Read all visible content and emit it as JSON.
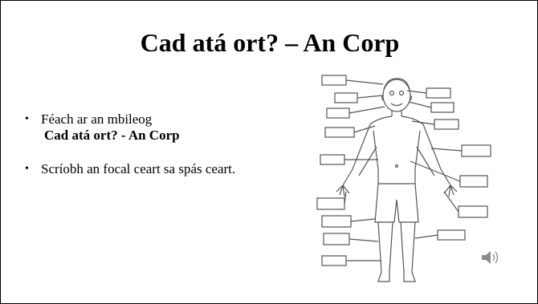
{
  "slide": {
    "title": "Cad atá ort? – An Corp",
    "bullets": [
      {
        "text": "Féach ar an mbileog",
        "bold": "Cad atá ort? - An Corp"
      },
      {
        "text": "Scríobh  an focal ceart sa spás ceart.",
        "bold": ""
      }
    ],
    "bullet_symbol": "•"
  },
  "figure": {
    "icon": "body-diagram-icon",
    "label_box_count": 16
  },
  "audio": {
    "icon": "speaker-icon"
  },
  "colors": {
    "text": "#000000",
    "line": "#555555",
    "background": "#ffffff"
  }
}
